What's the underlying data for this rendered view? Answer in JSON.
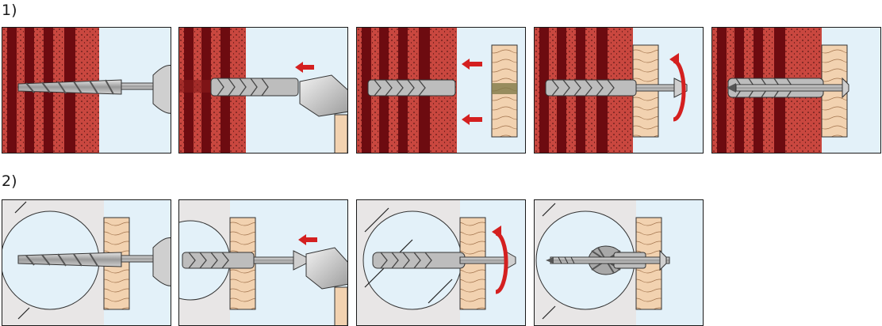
{
  "rows": [
    {
      "label": "1)",
      "steps": [
        "drill-hole",
        "hammer-in-plug",
        "position-fixture",
        "turn-screw",
        "fastened"
      ]
    },
    {
      "label": "2)",
      "steps": [
        "drill-hole",
        "hammer-in-plug",
        "turn-screw",
        "fastened"
      ]
    }
  ],
  "colors": {
    "sky": "#e3f1f9",
    "brick": "#c9473f",
    "brick_dark": "#6d0b10",
    "wood": "#f2d2b0",
    "plug": "#b9b9b9",
    "arrow": "#d42020",
    "panel_stone": "#e8e6e6"
  },
  "icons": [
    "drill-bit-icon",
    "hammer-icon",
    "arrow-left-icon",
    "rotate-icon",
    "screw-icon",
    "wall-plug-icon"
  ]
}
